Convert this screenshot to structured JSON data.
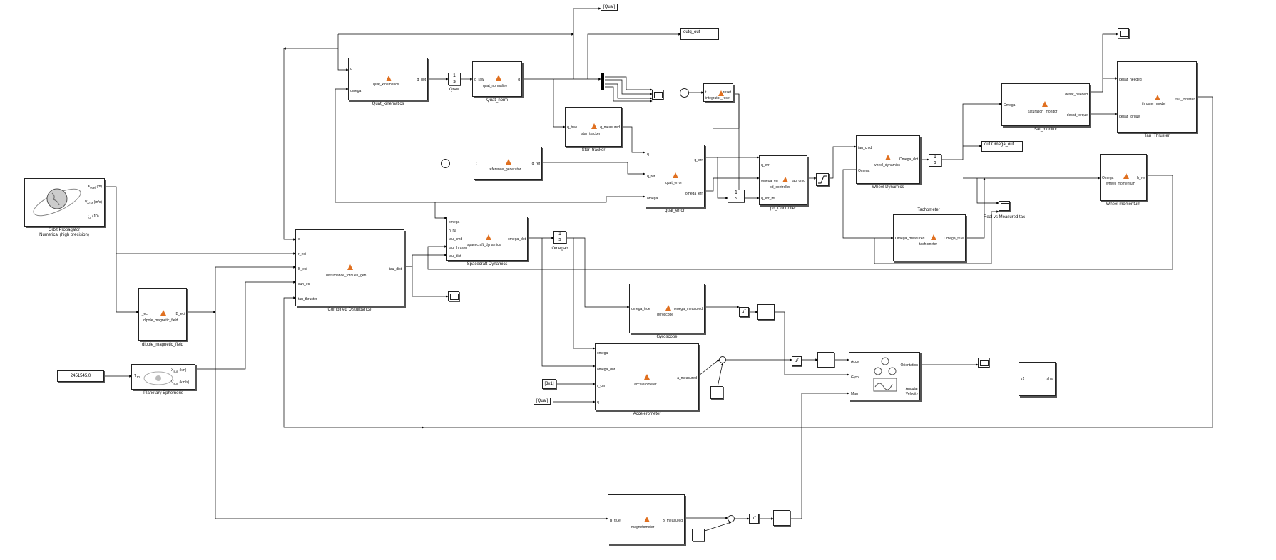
{
  "colors": {
    "wire": "#000000",
    "matlab_icon": "#e07020",
    "block_border": "#222222"
  },
  "blocks": {
    "orbit_propagator": {
      "label_line1": "Orbit Propagator",
      "label_line2": "Numerical (high precision)",
      "port_x": "X",
      "port_x_sub": "ecef",
      "port_x_unit": "(m)",
      "port_v": "V",
      "port_v_sub": "ecef",
      "port_v_unit": "(m/s)",
      "port_t": "t",
      "port_t_sub": "ut",
      "port_t_unit": "(JD)"
    },
    "dipole": {
      "name": "dipole_magnetic_field",
      "caption": "dipole_magnetic_field",
      "in1": "r_eci",
      "out1": "B_eci"
    },
    "julian_const": {
      "value": "2451545.0"
    },
    "ephemeris": {
      "caption": "Planetary Ephemeris",
      "in1": "T",
      "in1_sub": "JD",
      "out1": "X",
      "out1_sub": "sun",
      "out1_unit": "(km)",
      "out2": "V",
      "out2_sub": "sun",
      "out2_unit": "(km/s)"
    },
    "disturbance": {
      "name": "disturbance_torques_gen",
      "caption": "Combined Disturbance",
      "in1": "q",
      "in2": "r_eci",
      "in3": "B_eci",
      "in4": "sun_eci",
      "in5": "tau_thruster",
      "out1": "tau_dist"
    },
    "quat_kin": {
      "name": "quat_kinematics",
      "caption": "Quat_kinematics",
      "in1": "q",
      "in2": "omega",
      "out1": "q_dot"
    },
    "qraw": {
      "caption": "Qraw"
    },
    "quat_norm": {
      "name": "quat_normalize",
      "caption": "Quat_norm",
      "in1": "q_raw",
      "out1": "q"
    },
    "qual_tag": {
      "text": "[Qual]"
    },
    "outq": {
      "text": "outq_out"
    },
    "star_tracker": {
      "name": "star_tracker",
      "caption": "Star_tracker",
      "in1": "q_true",
      "out1": "q_measured"
    },
    "integrator_reset": {
      "name": "integrator_reset",
      "out1": "reset",
      "in1": "t"
    },
    "ref_gen": {
      "name": "reference_generator",
      "in1": "t",
      "out1": "q_ref"
    },
    "quat_error": {
      "name": "quat_error",
      "caption": "quat_error",
      "in1": "q",
      "in2": "q_ref",
      "in3": "omega",
      "out1": "q_err",
      "out2": "omega_err"
    },
    "pd_ctrl": {
      "name": "pd_controller",
      "caption": "pd_Controller",
      "in1": "q_err",
      "in2": "omega_err",
      "in3": "q_err_int",
      "out1": "tau_cmd"
    },
    "spacecraft": {
      "name": "spacecraft_dynamics",
      "caption": "Spacecraft Dynamics",
      "in1": "omega",
      "in2": "h_rw",
      "in3": "tau_cmd",
      "in4": "tau_thruster",
      "in5": "tau_dist",
      "out1": "omega_dot"
    },
    "omegab": {
      "caption": "Omegab"
    },
    "wheel_dyn": {
      "name": "wheel_dynamics",
      "caption": "Wheel Dynamics",
      "in1": "tau_cmd",
      "in2": "Omega",
      "out1": "Omega_dot"
    },
    "out_omega": {
      "text": "out.Omega_out"
    },
    "sat_mon": {
      "name": "saturation_monitor",
      "caption": "Sat_monitor",
      "in1": "Omega",
      "out1": "desat_needed",
      "out2": "desat_torque"
    },
    "thruster": {
      "name": "thruster_model",
      "caption": "Tau_Thruster",
      "in1": "desat_needed",
      "in2": "desat_torque",
      "out1": "tau_thruster"
    },
    "wheel_mom": {
      "name": "wheel_momentum",
      "caption": "Wheel momentum",
      "in1": "Omega",
      "out1": "h_rw"
    },
    "tachometer": {
      "name": "tachometer",
      "title": "Tachometer",
      "in1": "Omega_measured",
      "out1": "Omega_true"
    },
    "real_vs_meas": {
      "caption": "Real vs Measured tac"
    },
    "gyroscope": {
      "name": "gyroscope",
      "caption": "Gyroscope",
      "in1": "omega_true",
      "out1": "omega_measured"
    },
    "accelerometer": {
      "name": "accelerometer",
      "caption": "Accelerometer",
      "in1": "omega",
      "in2": "omega_dot",
      "in3": "r_cm",
      "in4": "q",
      "out1": "a_measured"
    },
    "rcm_const": {
      "value": "[3x1]"
    },
    "qual_from": {
      "text": "[Qual]"
    },
    "fusion": {
      "in1": "Accel",
      "in2": "Gyro",
      "in3": "Mag",
      "out1": "Orientation",
      "out2": "Angular",
      "out2b": "Velocity"
    },
    "magnetometer": {
      "name": "magnetometer",
      "in1": "B_true",
      "out1": "B_measured"
    },
    "matlab_fn": {
      "in1": "y1",
      "out1": "shat"
    },
    "transpose": {
      "text": "uᵀ"
    }
  }
}
